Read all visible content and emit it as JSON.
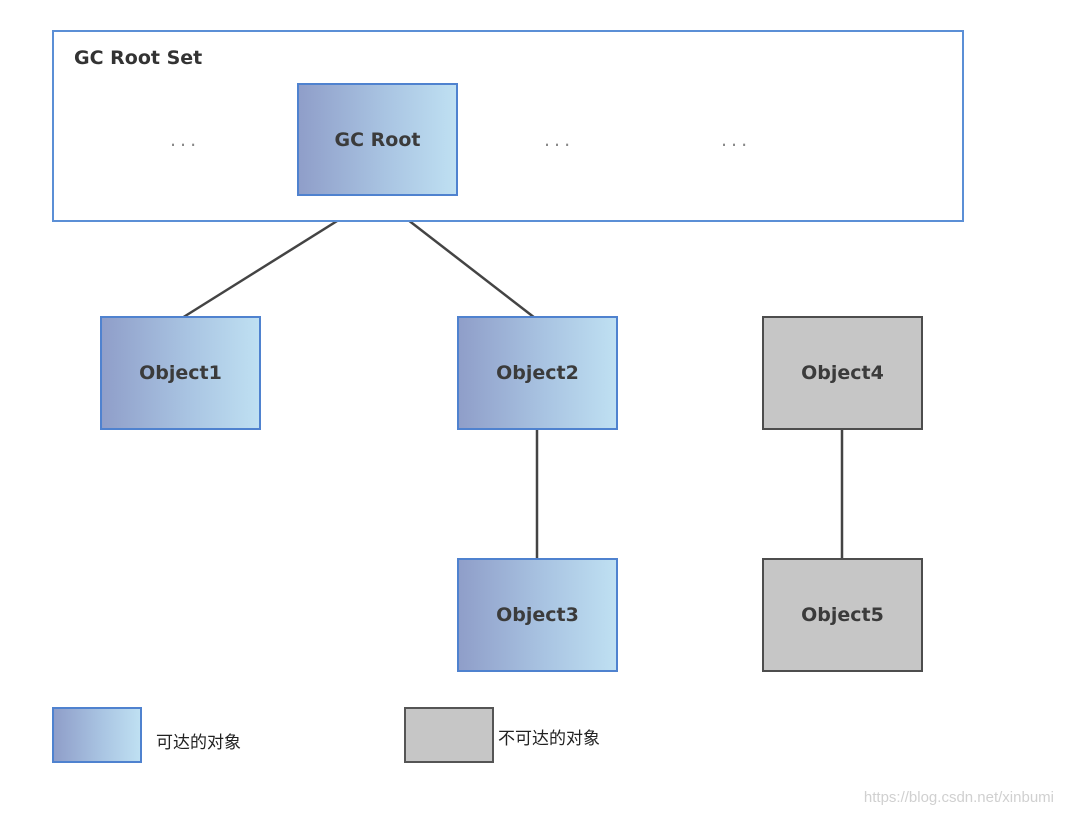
{
  "root_set": {
    "title": "GC Root Set",
    "ellipsis": "...",
    "root_label": "GC Root"
  },
  "objects": {
    "object1": "Object1",
    "object2": "Object2",
    "object3": "Object3",
    "object4": "Object4",
    "object5": "Object5"
  },
  "legend": {
    "reachable": "可达的对象",
    "unreachable": "不可达的对象"
  },
  "colors": {
    "reachable_border": "#4f82cf",
    "unreachable_fill": "#c6c6c6",
    "edge": "#444444"
  },
  "watermark": "https://blog.csdn.net/xinbumi"
}
